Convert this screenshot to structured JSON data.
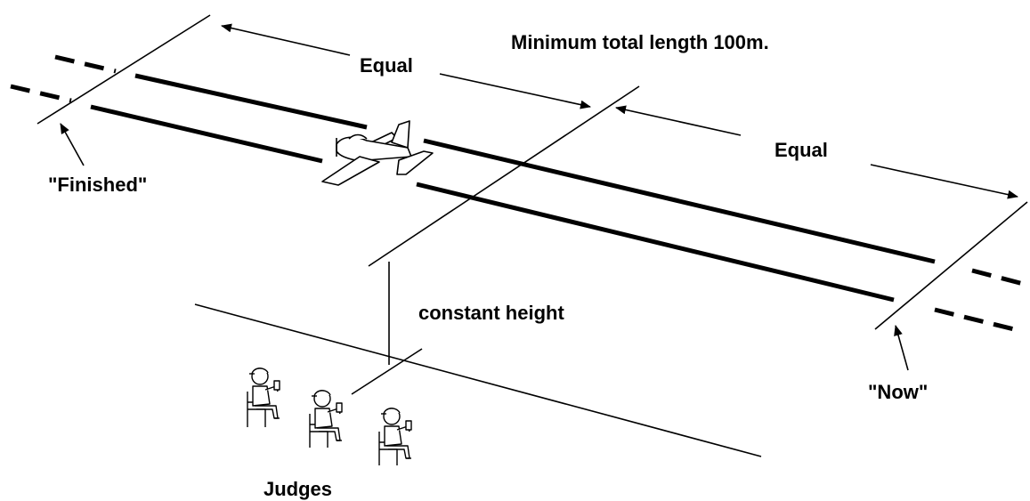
{
  "labels": {
    "min_length": "Minimum total length 100m.",
    "equal_1": "Equal",
    "equal_2": "Equal",
    "finished": "\"Finished\"",
    "now": "\"Now\"",
    "constant_height": "constant height",
    "judges": "Judges"
  },
  "colors": {
    "line": "#000000",
    "background": "#ffffff"
  },
  "icons": {
    "aircraft": "airplane-icon",
    "judge": "seated-judge-icon"
  }
}
